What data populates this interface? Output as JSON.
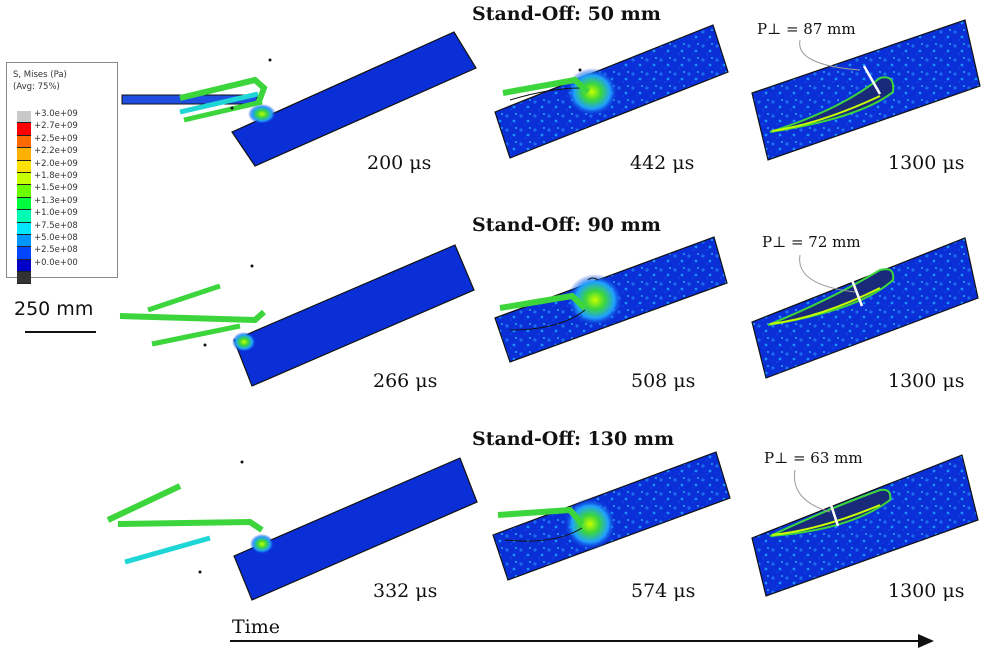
{
  "rows": [
    {
      "title": "Stand-Off: 50 mm",
      "times": [
        "200 μs",
        "442 μs",
        "1300 μs"
      ],
      "penetration": "P⊥ = 87 mm"
    },
    {
      "title": "Stand-Off: 90 mm",
      "times": [
        "266 μs",
        "508 μs",
        "1300 μs"
      ],
      "penetration": "P⊥ = 72 mm"
    },
    {
      "title": "Stand-Off: 130 mm",
      "times": [
        "332 μs",
        "574 μs",
        "1300 μs"
      ],
      "penetration": "P⊥ = 63 mm"
    }
  ],
  "legend": {
    "title_line1": "S, Mises (Pa)",
    "title_line2": "(Avg: 75%)",
    "values": [
      "+3.0e+09",
      "+2.7e+09",
      "+2.5e+09",
      "+2.2e+09",
      "+2.0e+09",
      "+1.8e+09",
      "+1.5e+09",
      "+1.3e+09",
      "+1.0e+09",
      "+7.5e+08",
      "+5.0e+08",
      "+2.5e+08",
      "+0.0e+00"
    ],
    "colors": [
      "#c8c8c8",
      "#ff0000",
      "#ff6a00",
      "#ffb000",
      "#ffe100",
      "#c8ff00",
      "#6cff00",
      "#00ff3c",
      "#00ffb4",
      "#00e6ff",
      "#0096ff",
      "#0046ff",
      "#0000c8",
      "#333333"
    ]
  },
  "scale_bar": "250 mm",
  "time_axis": "Time",
  "colors": {
    "plate": "#0a2fd6",
    "plate_dark": "#0726b8",
    "green": "#3cd63c",
    "cyan": "#1fd6d6",
    "outline": "#111111"
  }
}
